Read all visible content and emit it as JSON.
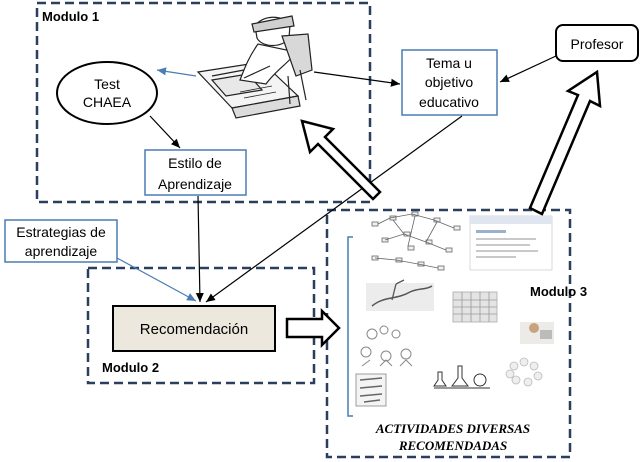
{
  "modules": {
    "m1": "Modulo 1",
    "m2": "Modulo 2",
    "m3": "Modulo 3"
  },
  "nodes": {
    "test_line1": "Test",
    "test_line2": "CHAEA",
    "estilo_line1": "Estilo de",
    "estilo_line2": "Aprendizaje",
    "tema_line1": "Tema u",
    "tema_line2": "objetivo",
    "tema_line3": "educativo",
    "profesor": "Profesor",
    "estrategias_line1": "Estrategias de",
    "estrategias_line2": "aprendizaje",
    "recomendacion": "Recomendación"
  },
  "activities": {
    "line1": "ACTIVIDADES DIVERSAS",
    "line2": "RECOMENDADAS"
  },
  "colors": {
    "module_border": "#2b3f5c",
    "node_border": "#4a7db3",
    "arrow_black": "#000000",
    "arrow_blue": "#4a7db3",
    "recomendacion_fill": "#ede8de"
  }
}
